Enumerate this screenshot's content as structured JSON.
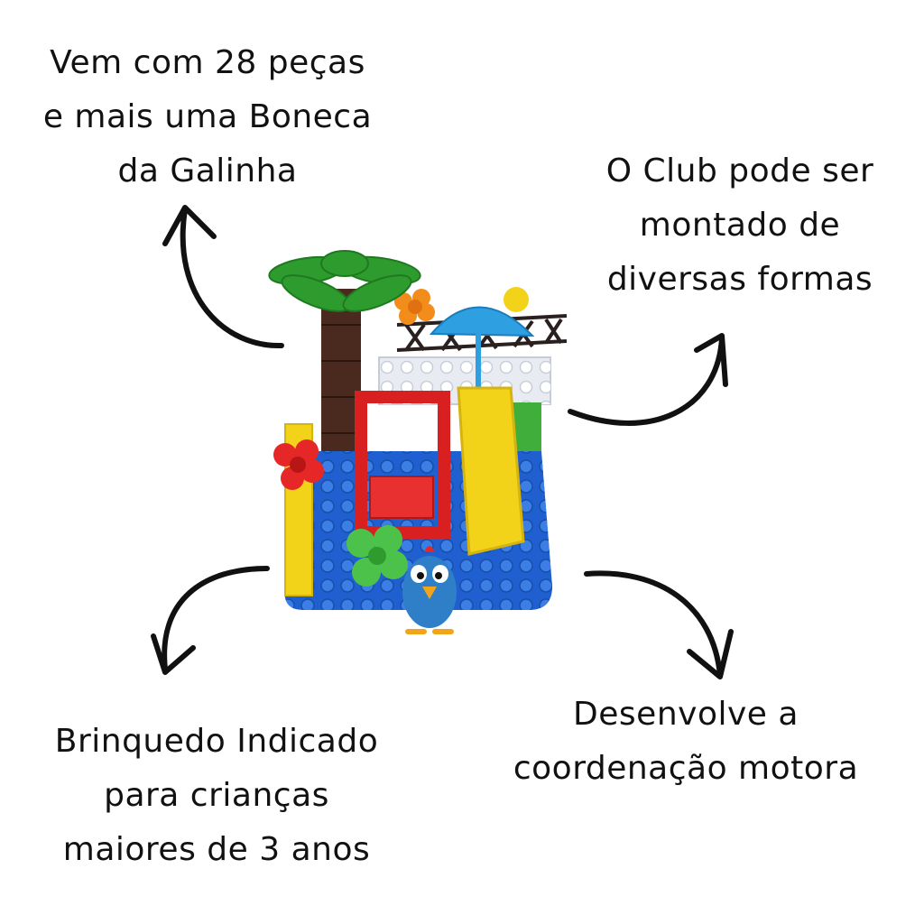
{
  "callouts": {
    "top_left": {
      "lines": [
        "Vem com 28 peças",
        "e mais uma Boneca",
        "da Galinha"
      ]
    },
    "top_right": {
      "lines": [
        "O Club pode ser",
        "montado de",
        "diversas formas"
      ]
    },
    "bottom_left": {
      "lines": [
        "Brinquedo Indicado",
        "para crianças",
        "maiores de 3 anos"
      ]
    },
    "bottom_right": {
      "lines": [
        "Desenvolve a",
        "coordenação motora"
      ]
    }
  },
  "arrows": {
    "icon": "curved-arrow-icon",
    "color": "#111111"
  },
  "product": {
    "icon": "toy-playset-illustration",
    "colors": {
      "base": "#1f5fcf",
      "palm_leaves": "#2e9b2e",
      "trunk": "#4a2a1e",
      "swing": "#d82020",
      "slide": "#f3d21a",
      "umbrella": "#2e9fe0",
      "flower_red": "#e52727",
      "flower_green": "#4cc24a",
      "flower_orange": "#f28c1a",
      "fence": "#2a2020",
      "white_plate": "#e8ecf2",
      "character": "#2f7fc8"
    }
  }
}
